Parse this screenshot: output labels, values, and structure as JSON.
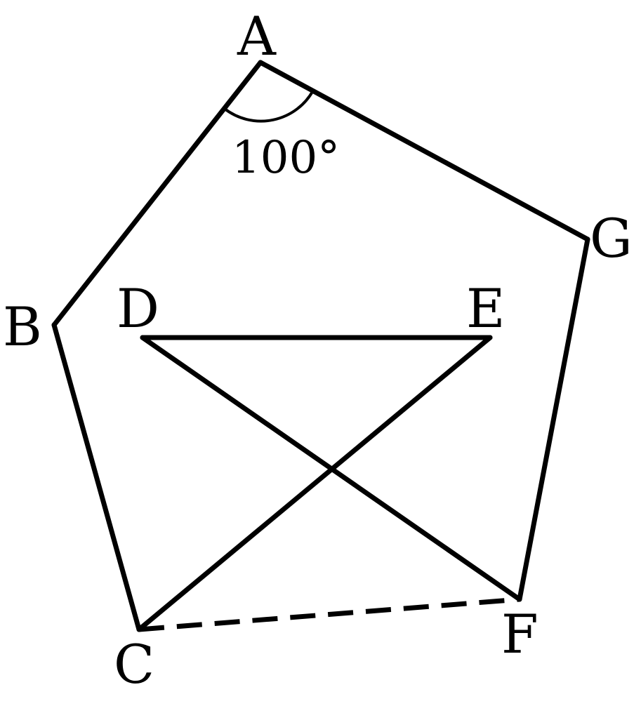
{
  "points": {
    "A": "A",
    "B": "B",
    "C": "C",
    "D": "D",
    "E": "E",
    "F": "F",
    "G": "G"
  },
  "segments": [
    {
      "from": "A",
      "to": "B",
      "style": "solid"
    },
    {
      "from": "B",
      "to": "C",
      "style": "solid"
    },
    {
      "from": "A",
      "to": "G",
      "style": "solid"
    },
    {
      "from": "G",
      "to": "F",
      "style": "solid"
    },
    {
      "from": "D",
      "to": "E",
      "style": "solid"
    },
    {
      "from": "D",
      "to": "F",
      "style": "solid"
    },
    {
      "from": "E",
      "to": "C",
      "style": "solid"
    },
    {
      "from": "C",
      "to": "F",
      "style": "dashed"
    }
  ],
  "angle_label": "100°",
  "colors": {
    "stroke": "#000000",
    "background": "#ffffff"
  }
}
